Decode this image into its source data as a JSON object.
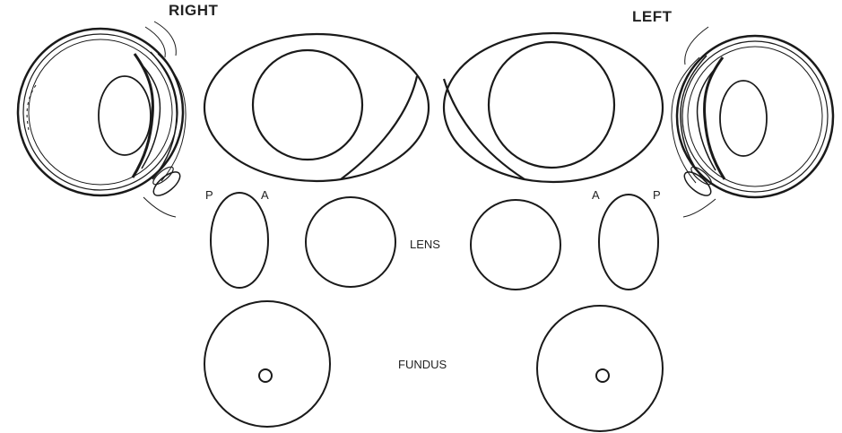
{
  "labels": {
    "right_title": "RIGHT",
    "left_title": "LEFT",
    "right_lens_posterior": "P",
    "right_lens_anterior": "A",
    "left_lens_anterior": "A",
    "left_lens_posterior": "P",
    "lens_label": "LENS",
    "fundus_label": "FUNDUS"
  },
  "colors": {
    "line": "#1a1a1a",
    "background": "#ffffff"
  },
  "icons": {
    "right_eye": "eye-cross-section-icon",
    "left_eye": "eye-cross-section-icon"
  }
}
